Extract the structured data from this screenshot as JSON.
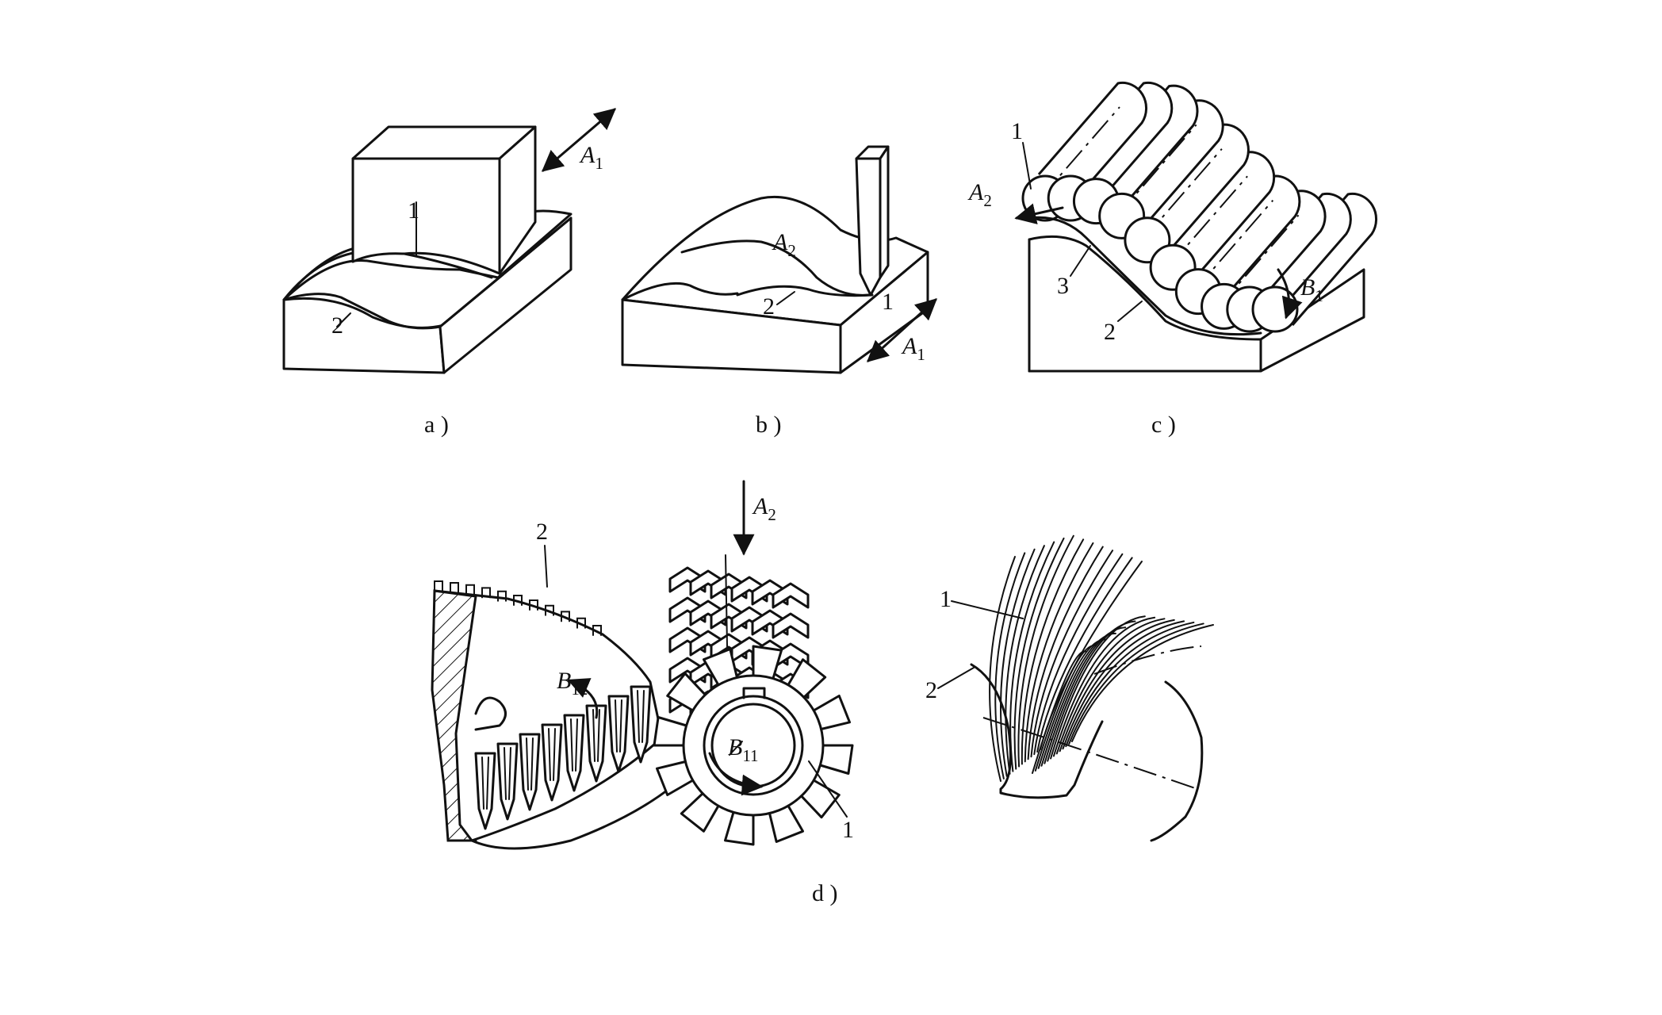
{
  "panels": {
    "a": {
      "caption": "a )",
      "labels": {
        "part1": "1",
        "part2": "2"
      },
      "motion": {
        "letter": "A",
        "sub": "1"
      }
    },
    "b": {
      "caption": "b )",
      "labels": {
        "part1": "1",
        "part2": "2"
      },
      "surface": {
        "letter": "A",
        "sub": "2"
      },
      "motion": {
        "letter": "A",
        "sub": "1"
      }
    },
    "c": {
      "caption": "c )",
      "labels": {
        "part1": "1",
        "part2": "2",
        "part3": "3"
      },
      "motion_a": {
        "letter": "A",
        "sub": "2"
      },
      "motion_b": {
        "letter": "B",
        "sub": "1"
      }
    },
    "d": {
      "caption": "d )",
      "labels": {
        "part1": "1",
        "part2": "2",
        "part1_right": "1",
        "part2_right": "2"
      },
      "feed": {
        "letter": "A",
        "sub": "2"
      },
      "rot_gear": {
        "letter": "B",
        "sub": "12"
      },
      "rot_hob": {
        "letter": "B",
        "sub": "11"
      }
    }
  }
}
